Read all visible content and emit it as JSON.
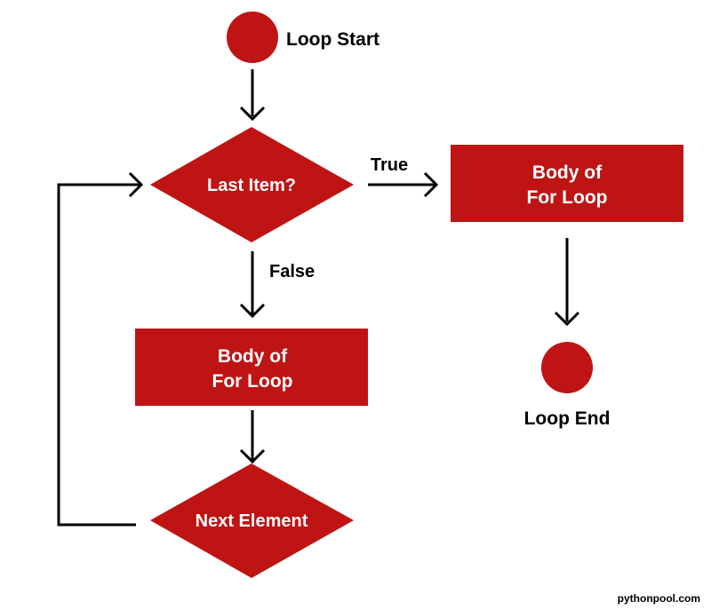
{
  "colors": {
    "shape_fill": "#be1414",
    "shape_text": "#ffffff",
    "line": "#000000",
    "outer_text": "#000000",
    "background": "#ffffff"
  },
  "nodes": {
    "start": {
      "label": "Loop Start",
      "shape": "circle"
    },
    "decision": {
      "label": "Last Item?",
      "shape": "diamond"
    },
    "body_true": {
      "line1": "Body of",
      "line2": "For Loop",
      "shape": "rectangle"
    },
    "end": {
      "label": "Loop End",
      "shape": "circle"
    },
    "body_false": {
      "line1": "Body of",
      "line2": "For Loop",
      "shape": "rectangle"
    },
    "next": {
      "label": "Next Element",
      "shape": "diamond"
    }
  },
  "edges": {
    "true_label": "True",
    "false_label": "False"
  },
  "watermark": "pythonpool.com"
}
